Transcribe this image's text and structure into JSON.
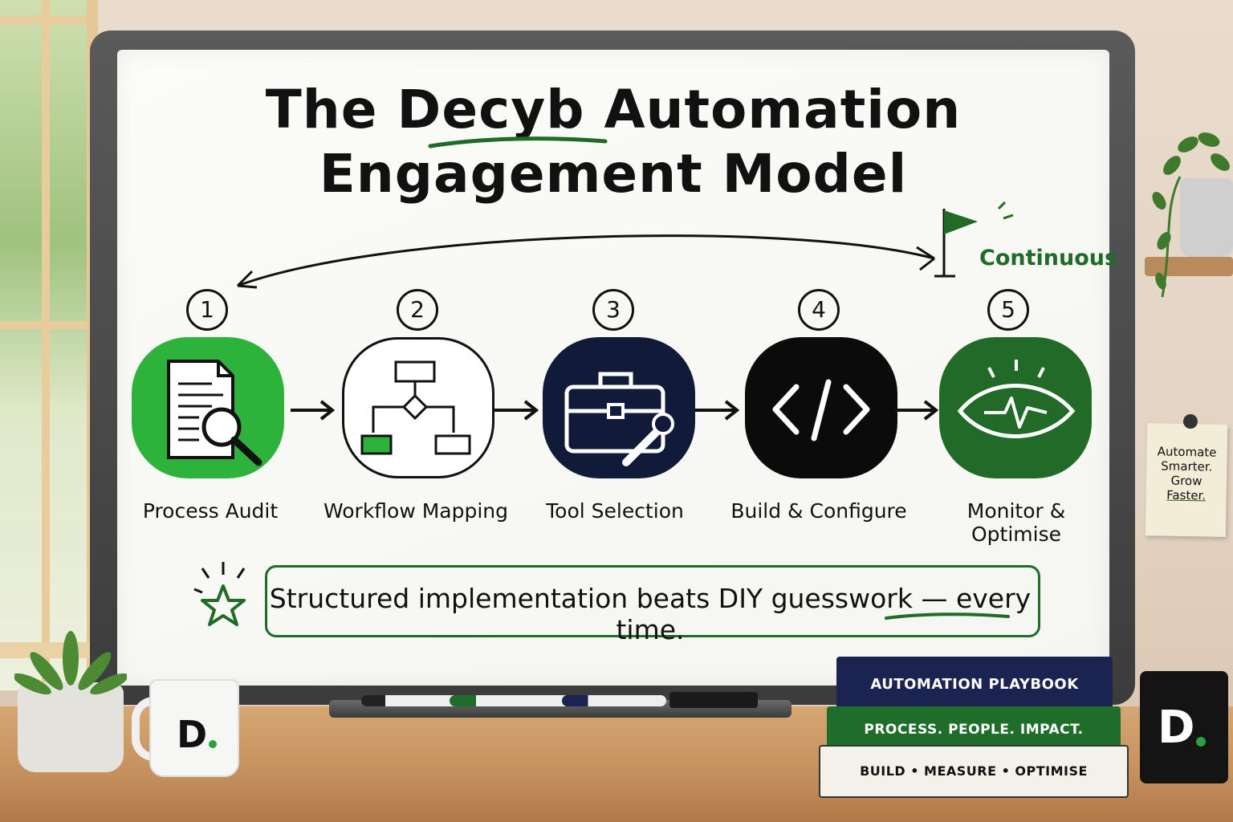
{
  "title": {
    "line1": "The Decyb Automation",
    "line2": "Engagement Model"
  },
  "cycle": {
    "label": "Continuous"
  },
  "steps": [
    {
      "number": "1",
      "label": "Process Audit",
      "color": "#2db33c",
      "icon": "document-search-icon"
    },
    {
      "number": "2",
      "label": "Workflow Mapping",
      "color": "#ffffff",
      "icon": "flowchart-icon"
    },
    {
      "number": "3",
      "label": "Tool Selection",
      "color": "#121a3a",
      "icon": "toolbox-wrench-icon"
    },
    {
      "number": "4",
      "label": "Build & Configure",
      "color": "#0b0b0b",
      "icon": "code-brackets-icon"
    },
    {
      "number": "5",
      "label": "Monitor & Optimise",
      "color": "#1f6b27",
      "icon": "eye-pulse-icon"
    }
  ],
  "slogan": {
    "text": "Structured implementation beats DIY guesswork — every time."
  },
  "sticky_note": {
    "lines": [
      "Automate",
      "Smarter.",
      "Grow",
      "Faster."
    ]
  },
  "books": [
    {
      "title": "AUTOMATION PLAYBOOK",
      "color": "#1b2450"
    },
    {
      "title": "PROCESS. PEOPLE. IMPACT.",
      "color": "#1e6d2a"
    },
    {
      "title": "BUILD • MEASURE • OPTIMISE",
      "color": "#f4f1ea"
    }
  ],
  "mug_logo": "D",
  "cube_logo": "D",
  "colors": {
    "accent_green": "#1f6b27",
    "bright_green": "#2db33c",
    "navy": "#121a3a"
  }
}
